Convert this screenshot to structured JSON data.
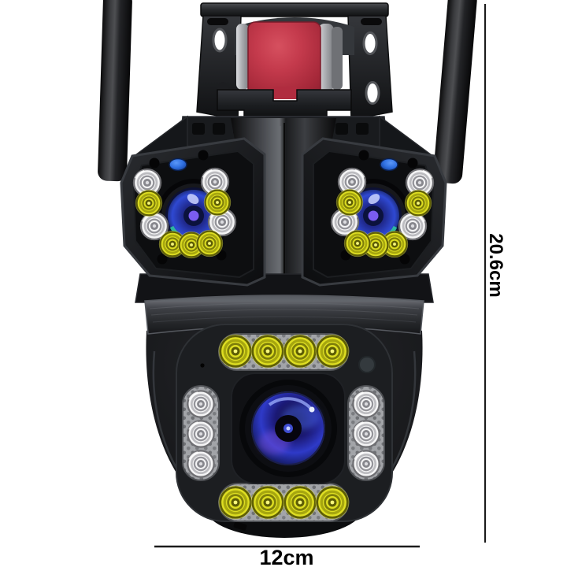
{
  "image": {
    "type": "product-photo",
    "subject": "dual-lens PTZ security camera with two antennas, wall mounting bracket and LED-ringed lenses on white background"
  },
  "annotations": {
    "height_label": "20.6cm",
    "width_label": "12cm"
  },
  "colors": {
    "background": "#ffffff",
    "dimension_line": "#1c1c1c",
    "label_text": "#000000",
    "body_black": "#141518",
    "accent_red": "#c43a4c",
    "led_yellow": "#dede22",
    "led_white": "#f2f2f3",
    "sensor_blue": "#2f6fe0",
    "lens_blue": "#2e3ac8",
    "lens_purple": "#7a4fd8"
  }
}
